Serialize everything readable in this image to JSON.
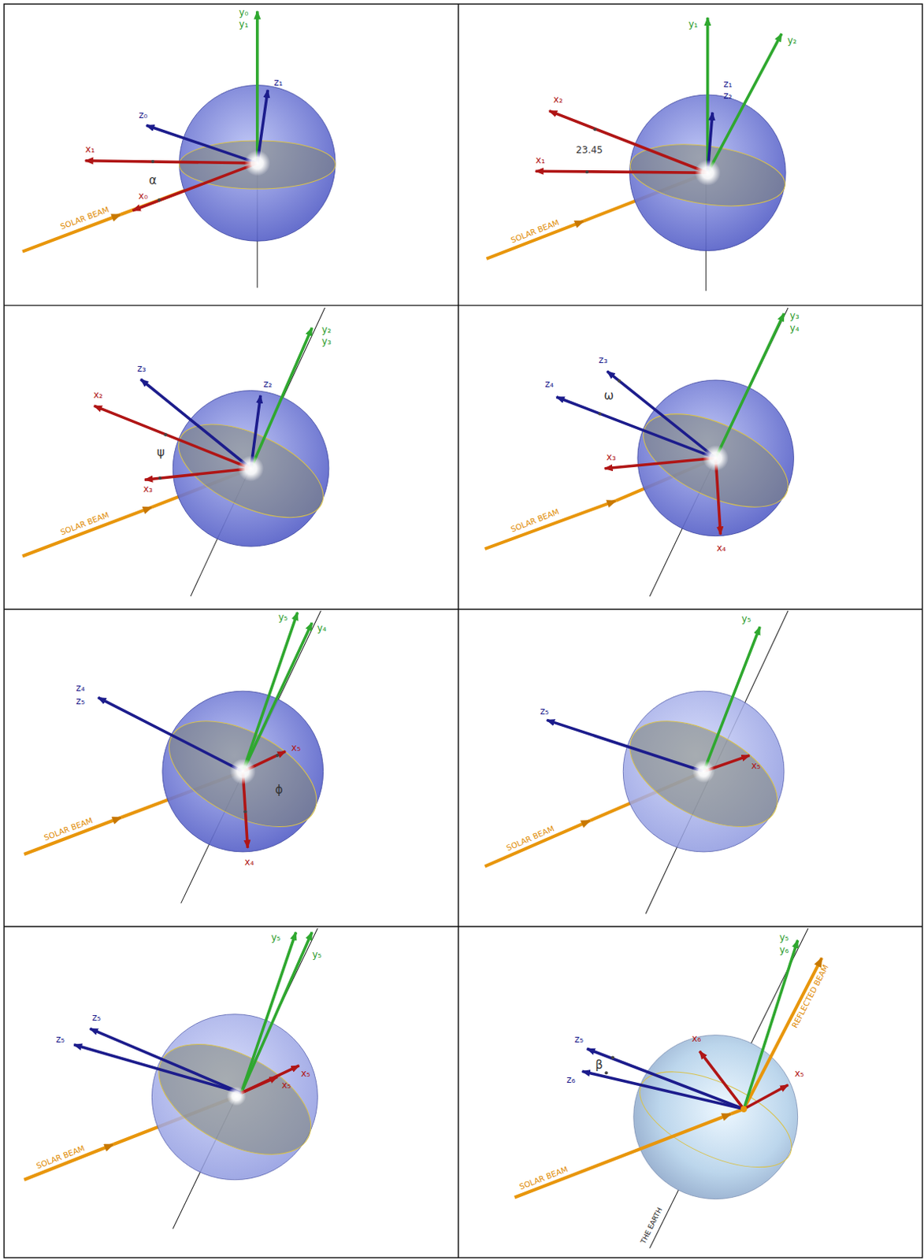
{
  "diagram": {
    "labels": [
      "y₀",
      "y₁",
      "z₁",
      "z₀",
      "x₁",
      "α",
      "x₀",
      "SOLAR BEAM",
      "y₁",
      "y₂",
      "z₁",
      "z₂",
      "x₂",
      "23.45",
      "x₁",
      "SOLAR BEAM",
      "y₂",
      "y₃",
      "z₃",
      "z₂",
      "x₂",
      "ψ",
      "x₃",
      "SOLAR BEAM",
      "y₃",
      "y₄",
      "z₃",
      "ω",
      "z₄",
      "x₃",
      "x₄",
      "SOLAR BEAM",
      "y₅",
      "y₄",
      "z₄",
      "z₅",
      "x₅",
      "ϕ",
      "x₄",
      "SOLAR BEAM",
      "y₅",
      "z₅",
      "x₅",
      "SOLAR BEAM",
      "y₅",
      "y₅",
      "z₅",
      "z₅",
      "x₅",
      "x₅",
      "SOLAR BEAM",
      "y₅",
      "y₆",
      "REFLECTED BEAM",
      "z₅",
      "β",
      "z₆",
      "x₆",
      "x₅",
      "SOLAR BEAM",
      "THE EARTH"
    ]
  }
}
